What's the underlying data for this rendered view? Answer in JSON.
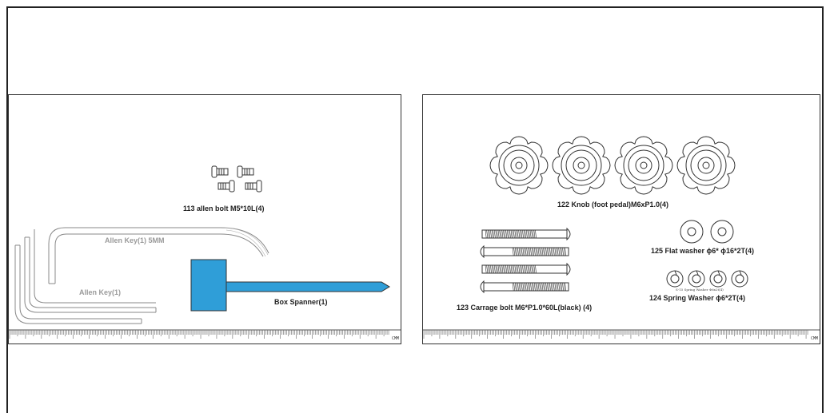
{
  "left_panel": {
    "allen_bolt_label": "113 allen bolt  M5*10L(4)",
    "allen_key_5mm_label": "Allen Key(1) 5MM",
    "allen_key_label": "Allen Key(1)",
    "box_spanner_label": "Box Spanner(1)",
    "ruler_unit": "CMM"
  },
  "right_panel": {
    "knob_label": "122 Knob (foot pedal)M6xP1.0(4)",
    "flat_washer_label": "125 Flat washer  ϕ6* ϕ16*2T(4)",
    "carriage_bolt_label": "123 Carrage bolt M6*P1.0*60L(black) (4)",
    "spring_washer_label": "124 Spring Washer  ϕ6*2T(4)",
    "spring_washer_note": "S-15 Spring Washer  Φ6x2t(4)",
    "ruler_unit": "CMM"
  },
  "colors": {
    "spanner": "#2f9ed8",
    "line": "#333333",
    "grey_text": "#9a9a9a"
  }
}
